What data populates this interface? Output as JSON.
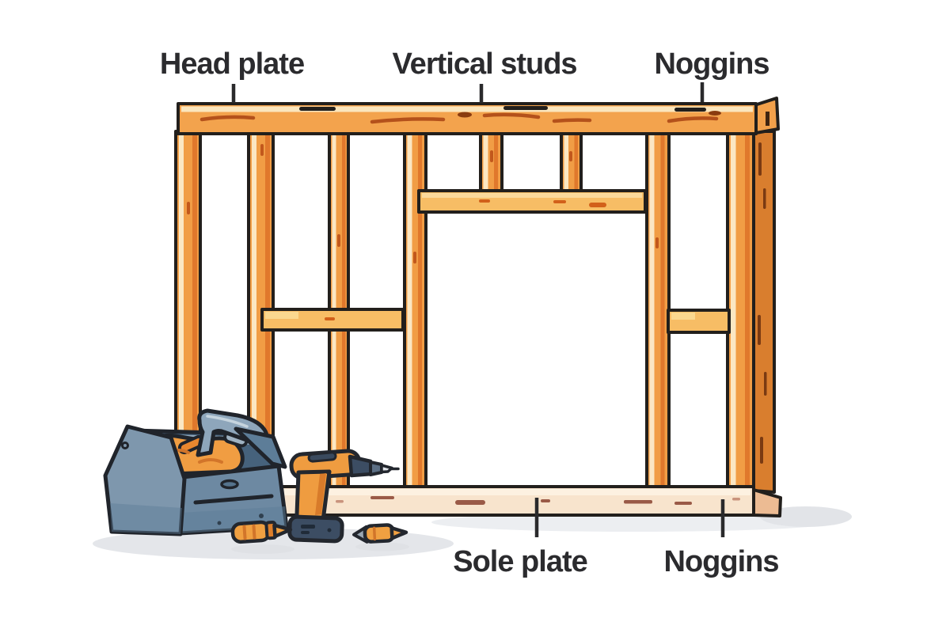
{
  "labels": {
    "head_plate": "Head plate",
    "vertical_studs": "Vertical studs",
    "noggins_top": "Noggins",
    "sole_plate": "Sole plate",
    "noggins_bottom": "Noggins"
  },
  "colors": {
    "background": "#ffffff",
    "label_text": "#2b2b2e",
    "outline": "#221f1c",
    "wood_main": "#f19d45",
    "wood_highlight": "#fbe7c3",
    "wood_shadow": "#e0782c",
    "wood_side_face": "#d97e2e",
    "noggin_wood": "#f7bd65",
    "sole_plate_wood": "#f8e4cd",
    "sole_plate_end": "#ecbb93",
    "toolbox_blue": "#6d89a2",
    "tool_orange": "#ef9c40",
    "steel_slate": "#3c4d63",
    "hammer_steel": "#8ea6bb",
    "floor_shadow": "#e4e6ea"
  }
}
